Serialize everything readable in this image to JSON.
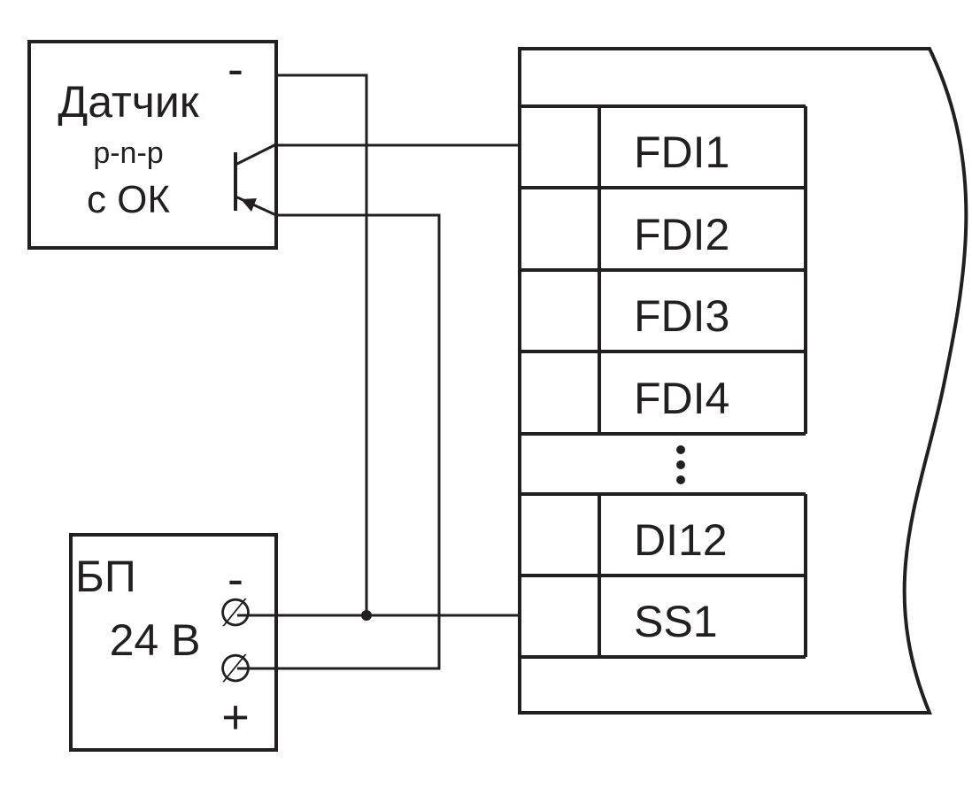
{
  "sensor": {
    "line1": "Датчик",
    "line2": "p-n-p",
    "line3": "с ОК",
    "minus_label": "-"
  },
  "power_supply": {
    "label": "БП",
    "voltage": "24 В",
    "minus_label": "-",
    "plus_label": "+",
    "terminal_symbol": "∅"
  },
  "device": {
    "terminals": [
      "FDI1",
      "FDI2",
      "FDI3",
      "FDI4",
      "DI12",
      "SS1"
    ],
    "ellipsis": "⋮"
  },
  "colors": {
    "line": "#231f20",
    "background": "#ffffff"
  }
}
